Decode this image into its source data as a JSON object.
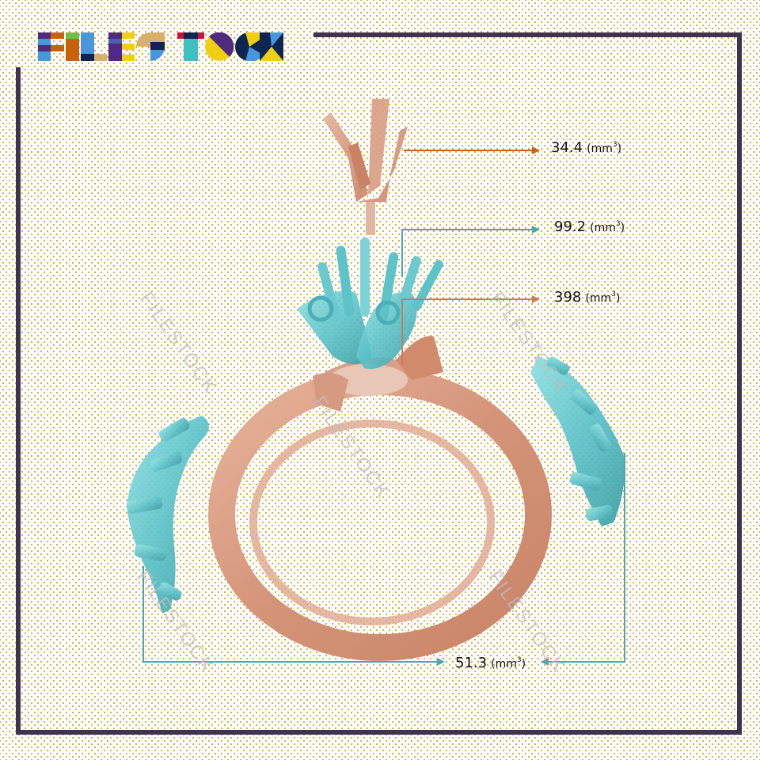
{
  "brand": {
    "name": "FILESTOCK",
    "letters": [
      "F",
      "I",
      "L",
      "E",
      "S",
      "T",
      "O",
      "C",
      "K"
    ]
  },
  "watermark": {
    "text": "FILESTOCK"
  },
  "colors": {
    "frame": "#3f3350",
    "dots": "#c99a1c",
    "rose_gold": "#d9a28a",
    "rose_gold_dark": "#b8765a",
    "teal": "#5cc3c9",
    "teal_dark": "#3a9ea5",
    "leader_orange": "#c8641a",
    "leader_copper": "#c0805a",
    "leader_teal": "#4aa8ae"
  },
  "annotations": [
    {
      "id": "prong-head",
      "value": "34.4",
      "unit": "(mm",
      "exp": "3",
      "close": ")",
      "part": "rose gold prong head"
    },
    {
      "id": "center-stone-setting",
      "value": "99.2",
      "unit": "(mm",
      "exp": "3",
      "close": ")",
      "part": "teal center setting"
    },
    {
      "id": "ring-shank",
      "value": "398",
      "unit": "(mm",
      "exp": "3",
      "close": ")",
      "part": "rose gold ring shank"
    },
    {
      "id": "side-stone-settings",
      "value": "51.3",
      "unit": "(mm",
      "exp": "3",
      "close": ")",
      "part": "teal side settings (left and right)"
    }
  ]
}
